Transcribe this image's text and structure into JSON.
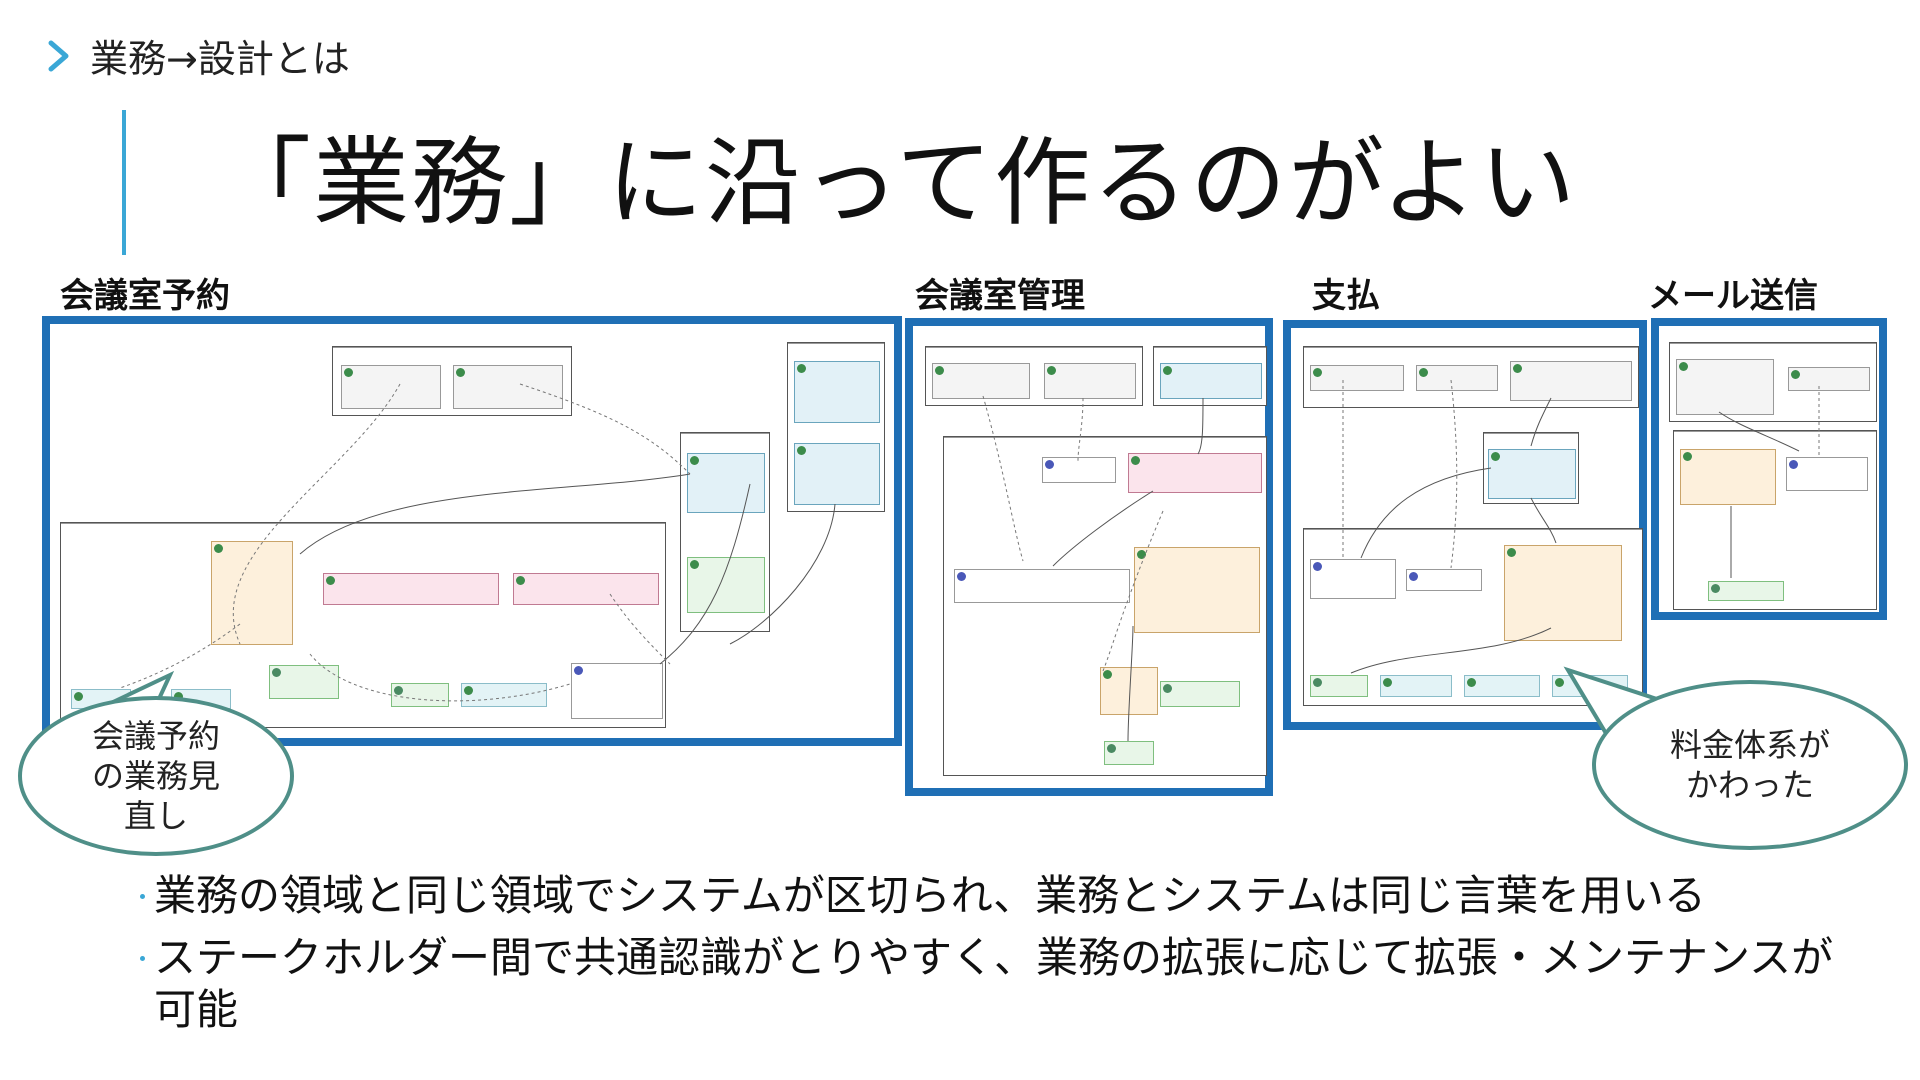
{
  "breadcrumb": {
    "text": "業務→設計とは"
  },
  "title": "「業務」に沿って作るのがよい",
  "sections": [
    {
      "label": "会議室予約"
    },
    {
      "label": "会議室管理"
    },
    {
      "label": "支払"
    },
    {
      "label": "メール送信"
    }
  ],
  "callouts": {
    "left": "会議予約の業務見直し",
    "right": "料金体系がかわった"
  },
  "bullets": [
    "業務の領域と同じ領域でシステムが区切られ、業務とシステムは同じ言葉を用いる",
    "ステークホルダー間で共通認識がとりやすく、業務の拡張に応じて拡張・メンテナンスが可能"
  ],
  "colors": {
    "accent": "#3aa7d6",
    "panel_border": "#1f6fb5",
    "callout_border": "#4f8f88"
  },
  "icons": {
    "breadcrumb": "chevron-right-icon"
  }
}
